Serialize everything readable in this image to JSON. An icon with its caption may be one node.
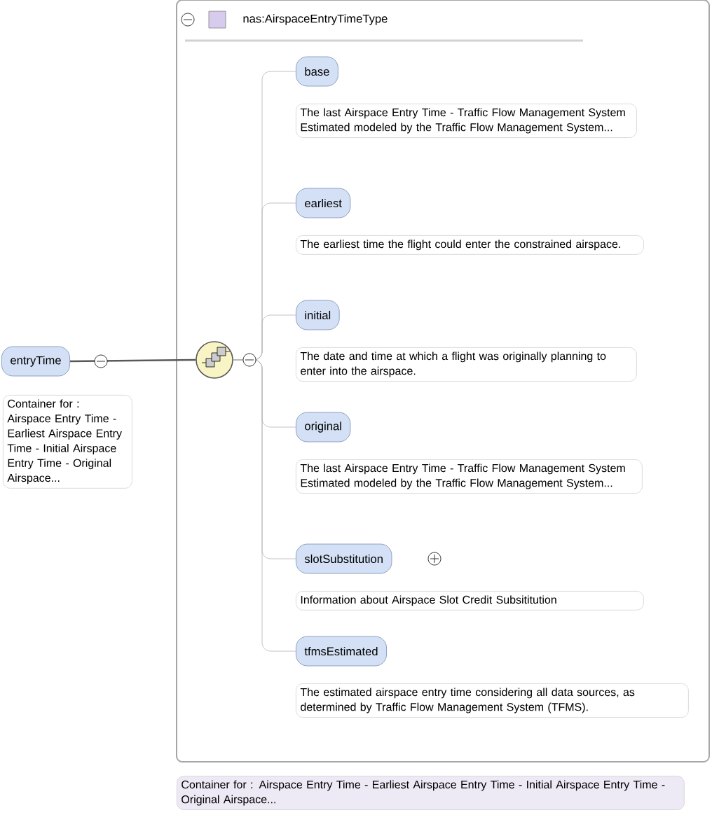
{
  "diagram": {
    "nodes": [
      {
        "text": [
          "entryTime"
        ],
        "beside": [
          "Container for : Airspace Entry Time - Earliest Airspace Entry Time - Initial Airspace Entry Time - Original Airspace..."
        ]
      },
      {
        "text": [
          "nas:AirspaceEntryTimeType"
        ],
        "beside": [
          "Container for : Airspace Entry Time - Earliest Airspace Entry Time - Initial Airspace Entry Time - Original Airspace..."
        ]
      },
      {
        "text": [],
        "shape": "circle",
        "in": 1
      },
      {
        "text": [
          "base"
        ],
        "in": 1,
        "beside": [
          "The last Airspace Entry Time - Traffic Flow Management System Estimated modeled by the Traffic Flow Management System..."
        ]
      },
      {
        "text": [
          "earliest"
        ],
        "in": 1,
        "beside": [
          "The earliest time the flight could enter the constrained airspace."
        ]
      },
      {
        "text": [
          "initial"
        ],
        "in": 1,
        "beside": [
          "The date and time at which a flight was originally planning to enter into the airspace."
        ]
      },
      {
        "text": [
          "original"
        ],
        "in": 1,
        "beside": [
          "The last Airspace Entry Time - Traffic Flow Management System Estimated modeled by the Traffic Flow Management System..."
        ]
      },
      {
        "text": [
          "slotSubstitution"
        ],
        "in": 1,
        "beside": [
          "Information about Airspace Slot Credit Subsititution"
        ]
      },
      {
        "text": [
          "tfmsEstimated"
        ],
        "in": 1,
        "beside": [
          "The estimated airspace entry time considering all data sources, as determined by Traffic Flow Management System (TFMS)."
        ]
      }
    ],
    "edges": [
      {
        "from": 0,
        "to": 2,
        "arrow": "none"
      },
      {
        "from": 2,
        "to": 3,
        "arrow": "none"
      },
      {
        "from": 2,
        "to": 4,
        "arrow": "none"
      },
      {
        "from": 2,
        "to": 5,
        "arrow": "none"
      },
      {
        "from": 2,
        "to": 6,
        "arrow": "none"
      },
      {
        "from": 2,
        "to": 7,
        "arrow": "none"
      },
      {
        "from": 2,
        "to": 8,
        "arrow": "none"
      }
    ]
  }
}
